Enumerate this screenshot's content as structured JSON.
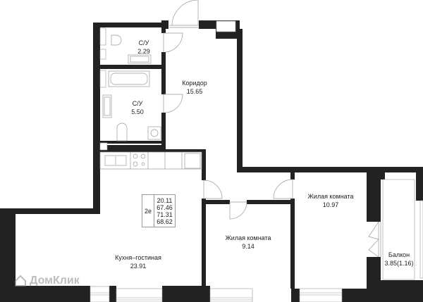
{
  "plan": {
    "colors": {
      "wall": "#222222",
      "fixture": "#999999",
      "background": "#ffffff"
    },
    "rooms": [
      {
        "id": "wc1",
        "name": "С/У",
        "area": "2.29"
      },
      {
        "id": "wc2",
        "name": "С/У",
        "area": "5.50"
      },
      {
        "id": "corridor",
        "name": "Коридор",
        "area": "15.65"
      },
      {
        "id": "kitchen",
        "name": "Кухня–гостиная",
        "area": "23.91"
      },
      {
        "id": "room1",
        "name": "Жилая комната",
        "area": "9.14"
      },
      {
        "id": "room2",
        "name": "Жилая комната",
        "area": "10.97"
      },
      {
        "id": "balcony",
        "name": "Балкон",
        "area": "3.85(1.16)"
      }
    ],
    "info": {
      "type": "2е",
      "values": [
        "20.11",
        "67.46",
        "71.31",
        "68.62"
      ]
    },
    "watermark": "ДомКлик"
  }
}
